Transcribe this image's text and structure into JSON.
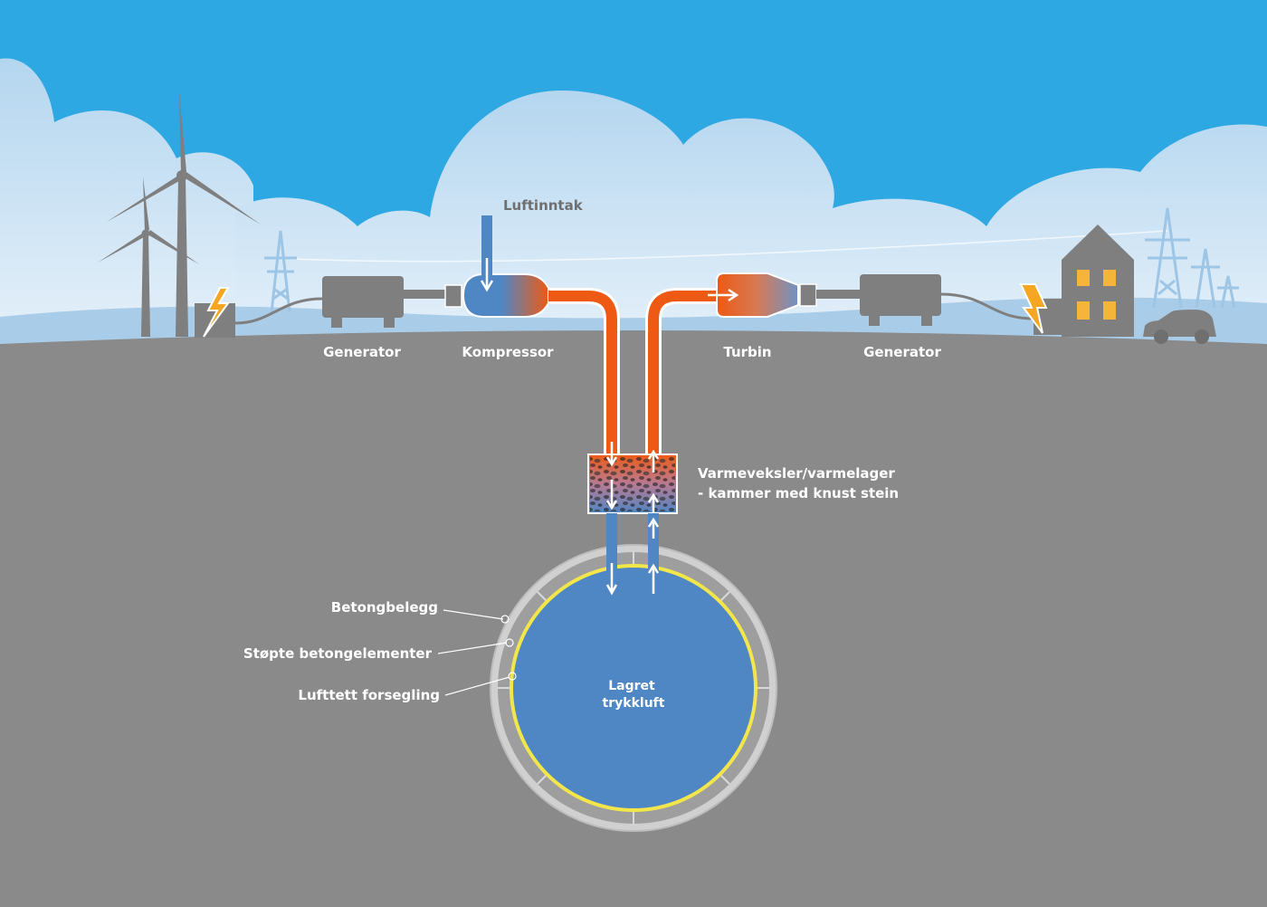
{
  "labels": {
    "air_intake": "Luftinntak",
    "generator_left": "Generator",
    "compressor": "Kompressor",
    "turbine": "Turbin",
    "generator_right": "Generator",
    "heat_exchanger_line1": "Varmeveksler/varmelager",
    "heat_exchanger_line2": "- kammer med knust stein",
    "concrete_lining": "Betongbelegg",
    "cast_concrete_elements": "Støpte betongelementer",
    "airtight_seal": "Lufttett forsegling",
    "stored_air_line1": "Lagret",
    "stored_air_line2": "trykkluft"
  },
  "colors": {
    "sky": "#2ea8e2",
    "cloud": "#b7d7ee",
    "ground": "#8a8a8a",
    "silhouette": "#7f7f7f",
    "hot_pipe": "#ee5a14",
    "cold_pipe": "#4f87c4",
    "seal": "#f2e64a",
    "lightning": "#f6a623",
    "window": "#f6b53a"
  }
}
